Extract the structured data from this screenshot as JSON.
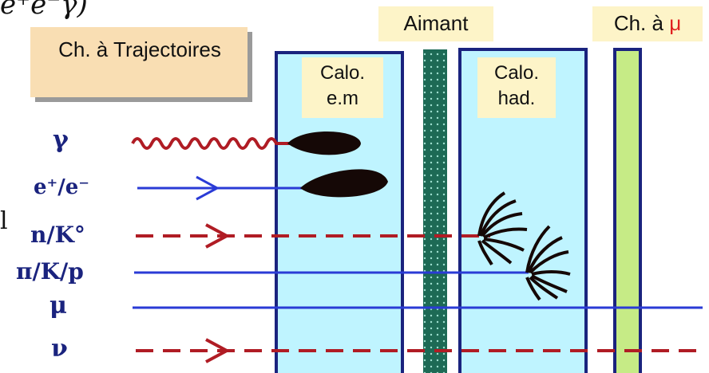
{
  "top_fragment": "e⁺e⁻γ)",
  "left_fragment": "l",
  "boxes": {
    "tracker": "Ch. à Trajectoires",
    "ecal": "Calo. e.m",
    "magnet": "Aimant",
    "hcal": "Calo. had.",
    "muon_chamber": "Ch. à",
    "muon_symbol": "μ"
  },
  "particles": [
    {
      "label": "γ"
    },
    {
      "label": "e⁺/e⁻"
    },
    {
      "label": "n/K°"
    },
    {
      "label": "π/K/p"
    },
    {
      "label": "μ"
    },
    {
      "label": "ν"
    }
  ],
  "colors": {
    "calorimeter_fill": "#bff4ff",
    "box_border": "#1a237e",
    "magnet_fill": "#1d6a55",
    "muon_fill": "#c6eb86",
    "tag_fill": "#fdf4c8",
    "tracker_fill": "#f9deb3",
    "line_blue": "#2a3bd6",
    "line_red": "#b01c24",
    "shower": "#150806"
  }
}
